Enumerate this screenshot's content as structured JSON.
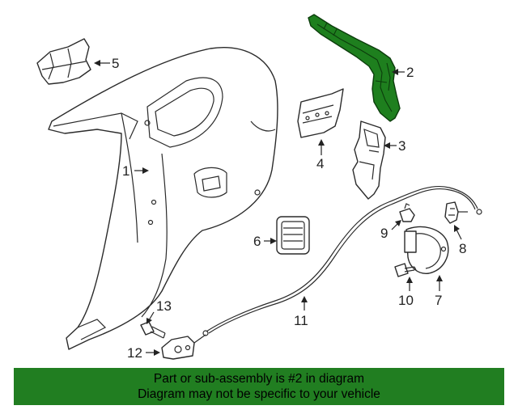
{
  "callouts": [
    {
      "id": "1",
      "label": "1"
    },
    {
      "id": "2",
      "label": "2"
    },
    {
      "id": "3",
      "label": "3"
    },
    {
      "id": "4",
      "label": "4"
    },
    {
      "id": "5",
      "label": "5"
    },
    {
      "id": "6",
      "label": "6"
    },
    {
      "id": "7",
      "label": "7"
    },
    {
      "id": "8",
      "label": "8"
    },
    {
      "id": "9",
      "label": "9"
    },
    {
      "id": "10",
      "label": "10"
    },
    {
      "id": "11",
      "label": "11"
    },
    {
      "id": "12",
      "label": "12"
    },
    {
      "id": "13",
      "label": "13"
    }
  ],
  "banner": {
    "line1": "Part or sub-assembly is #2 in diagram",
    "line2": "Diagram may not be specific to your vehicle"
  },
  "colors": {
    "highlight": "#1e7f1e",
    "banner": "#217e21"
  }
}
